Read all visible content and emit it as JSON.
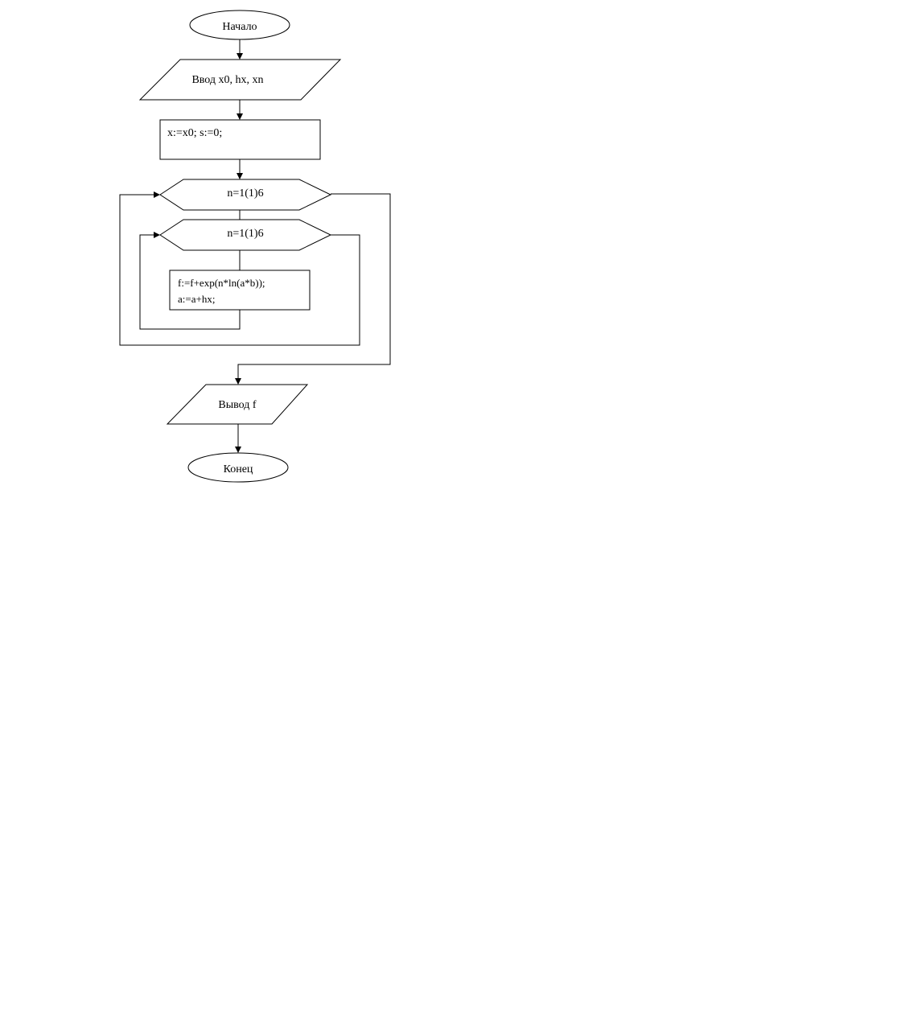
{
  "flowchart": {
    "start": "Начало",
    "input": "Ввод x0, hx, xn",
    "init": "x:=x0; s:=0;",
    "outer_loop": "n=1(1)6",
    "inner_loop": "n=1(1)6",
    "body_line1": "f:=f+exp(n*ln(a*b));",
    "body_line2": "a:=a+hx;",
    "output": "Вывод f",
    "end": "Конец"
  }
}
